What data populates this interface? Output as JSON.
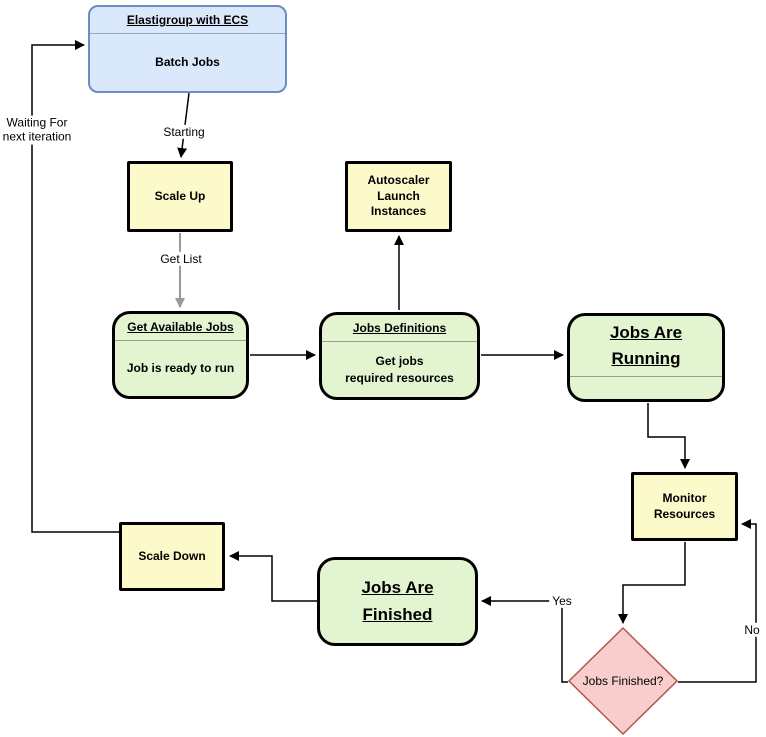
{
  "nodes": {
    "elastigroup": {
      "title": "Elastigroup with ECS",
      "body": "Batch Jobs"
    },
    "scale_up": {
      "label": "Scale Up"
    },
    "autoscaler": {
      "label": "Autoscaler\nLaunch\nInstances"
    },
    "get_available_jobs": {
      "title": "Get Available Jobs",
      "body": "Job is ready to run"
    },
    "jobs_definitions": {
      "title": "Jobs Definitions",
      "body": "Get jobs\nrequired resources"
    },
    "jobs_running": {
      "title": "Jobs Are\nRunning"
    },
    "monitor_resources": {
      "label": "Monitor\nResources"
    },
    "jobs_finished_decision": {
      "label": "Jobs Finished?"
    },
    "jobs_finished": {
      "title": "Jobs Are\nFinished"
    },
    "scale_down": {
      "label": "Scale Down"
    }
  },
  "edge_labels": {
    "starting": "Starting",
    "get_list": "Get List",
    "waiting": "Waiting For\nnext iteration",
    "yes": "Yes",
    "no": "No"
  },
  "colors": {
    "blue_fill": "#dae8fc",
    "blue_stroke": "#6c8ebf",
    "yellow_fill": "#fcf9cb",
    "green_fill": "#e2f4d0",
    "red_fill": "#f8cecc",
    "red_stroke": "#b85450",
    "node_stroke": "#000000",
    "gray_edge": "#999999"
  }
}
